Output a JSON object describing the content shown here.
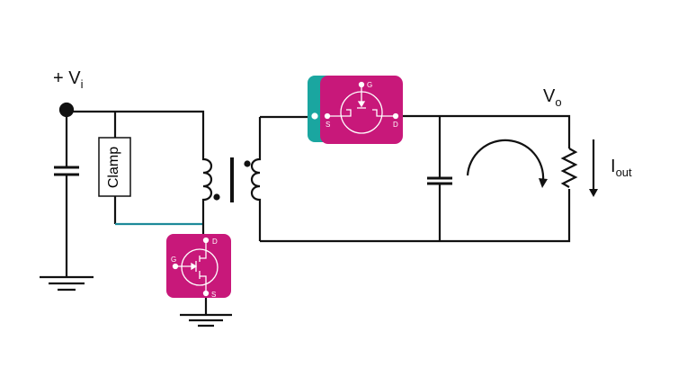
{
  "labels": {
    "vin_prefix": "+ V",
    "vin_sub": "i",
    "vout": "V",
    "vout_sub": "o",
    "iout": "I",
    "iout_sub": "out",
    "clamp": "Clamp"
  },
  "mosfet_pins": {
    "gate": "G",
    "drain": "D",
    "source": "S"
  },
  "colors": {
    "mosfet": "#c8187a",
    "mosfet_shadow": "#1aa6a0",
    "clamp_wire": "#1e8a9a",
    "wire": "#111111"
  }
}
